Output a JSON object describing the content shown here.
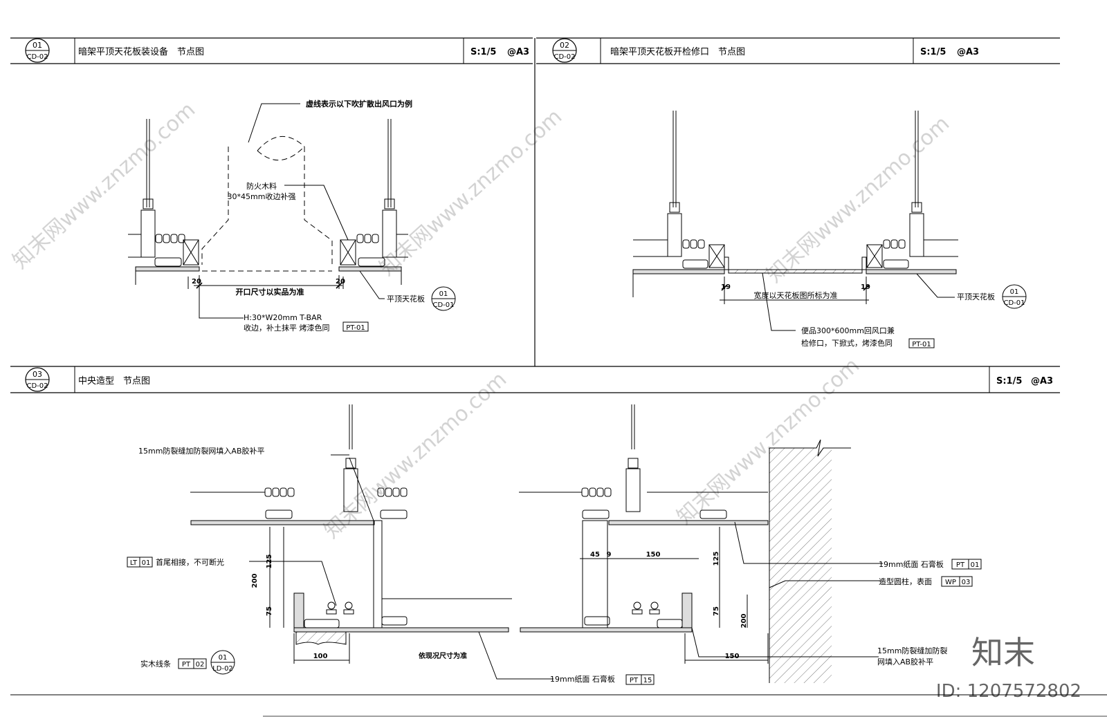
{
  "panels": [
    {
      "id": "01",
      "ref": "CD-02",
      "title": "暗架平顶天花板装设备　节点图",
      "scale": "S:1/5",
      "paper": "@A3",
      "notes": {
        "diffuser": "虚线表示以下吹扩散出风口为例",
        "fire_wood_1": "防火木料",
        "fire_wood_2": "30*45mm收边补强",
        "opening": "开口尺寸以实品为准",
        "tbar_1": "H:30*W20mm T-BAR",
        "tbar_2": "收边，补土抹平 烤漆色同",
        "tbar_tag": "PT-01",
        "ceiling": "平顶天花板",
        "callout_num": "01",
        "callout_ref": "CD-01",
        "dim_left": "20",
        "dim_right": "20"
      }
    },
    {
      "id": "02",
      "ref": "CD-02",
      "title": "暗架平顶天花板开检修口　节点图",
      "scale": "S:1/5",
      "paper": "@A3",
      "notes": {
        "dim_left": "19",
        "dim_right": "19",
        "width": "宽度以天花板图所标为准",
        "ceiling": "平顶天花板",
        "callout_num": "01",
        "callout_ref": "CD-01",
        "access_1": "便品300*600mm回风口兼",
        "access_2": "检修口，下掀式，烤漆色同",
        "access_tag": "PT-01"
      }
    },
    {
      "id": "03",
      "ref": "CD-02",
      "title": "中央造型　节点图",
      "scale": "S:1/5",
      "paper": "@A3",
      "notes": {
        "crack_top": "15mm防裂缝加防裂网填入AB胶补平",
        "lt_tag_a": "LT",
        "lt_tag_b": "01",
        "lt_text": "首尾相接，不可断光",
        "wood_text": "实木线条",
        "wood_tag_a": "PT",
        "wood_tag_b": "02",
        "callout_num": "01",
        "callout_ref": "LD-02",
        "site": "依现况尺寸为准",
        "gyp_bottom": "19mm纸面 石膏板",
        "gyp_bottom_tag_a": "PT",
        "gyp_bottom_tag_b": "15",
        "gyp_right": "19mm纸面 石膏板",
        "gyp_right_tag_a": "PT",
        "gyp_right_tag_b": "01",
        "column": "造型圆柱，表面",
        "column_tag_a": "WP",
        "column_tag_b": "03",
        "crack_right_1": "15mm防裂缝加防裂",
        "crack_right_2": "网填入AB胶补平",
        "dim_125a": "125",
        "dim_200a": "200",
        "dim_75a": "75",
        "dim_100": "100",
        "dim_45": "45",
        "dim_9": "9",
        "dim_150a": "150",
        "dim_125b": "125",
        "dim_75b": "75",
        "dim_200b": "200",
        "dim_150b": "150"
      }
    }
  ],
  "watermark": {
    "brand": "知末",
    "id": "ID: 1207572802",
    "diag": "知末网www.znzmo.com"
  }
}
